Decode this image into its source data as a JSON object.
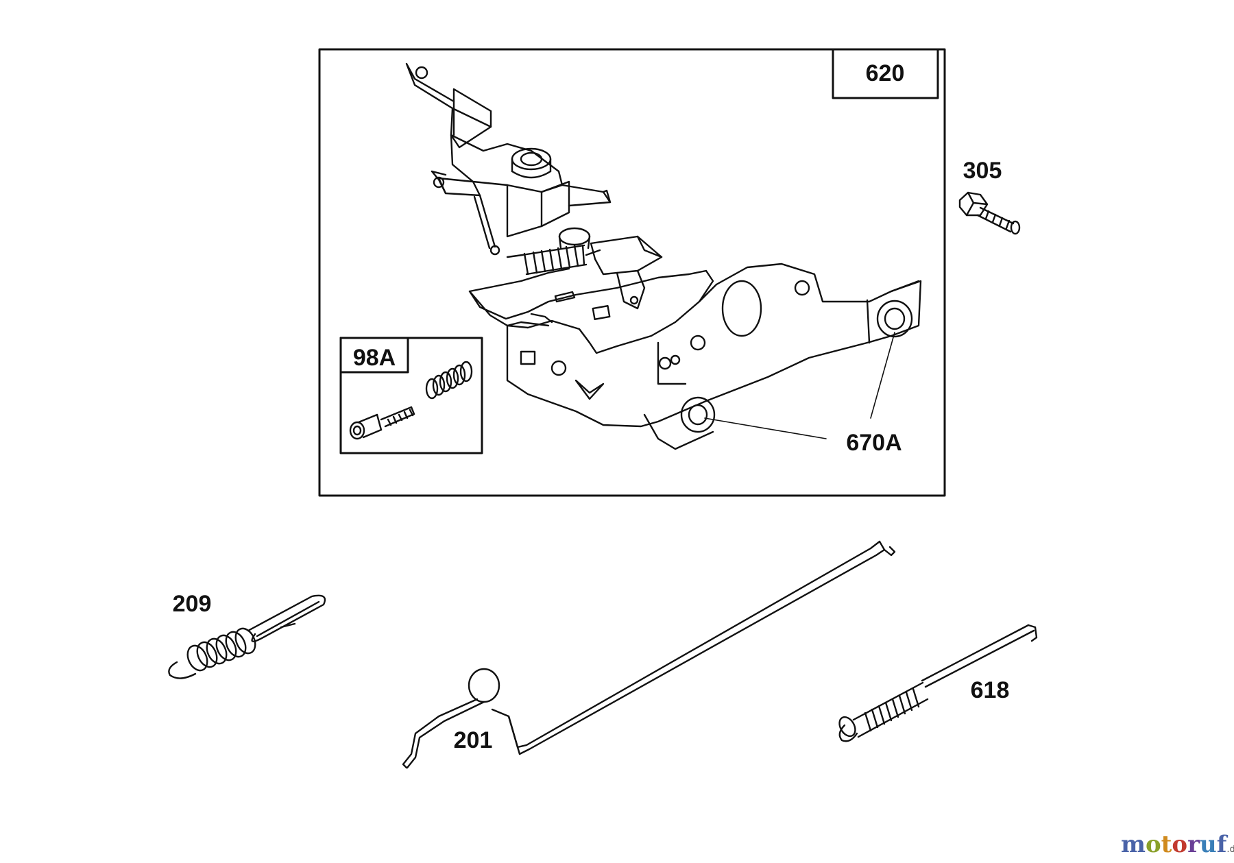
{
  "diagram": {
    "callouts": {
      "assembly": "620",
      "bolt": "305",
      "kit": "98A",
      "bushing": "670A",
      "spring_209": "209",
      "link_201": "201",
      "spring_618": "618"
    }
  },
  "watermark": {
    "letters": [
      "m",
      "o",
      "t",
      "o",
      "r",
      "u",
      "f"
    ],
    "suffix": ".de",
    "colors": [
      "#4a63a8",
      "#8aa02a",
      "#d08a1d",
      "#c23a2f",
      "#6a3f96",
      "#3a7fb8",
      "#4a63a8"
    ]
  }
}
